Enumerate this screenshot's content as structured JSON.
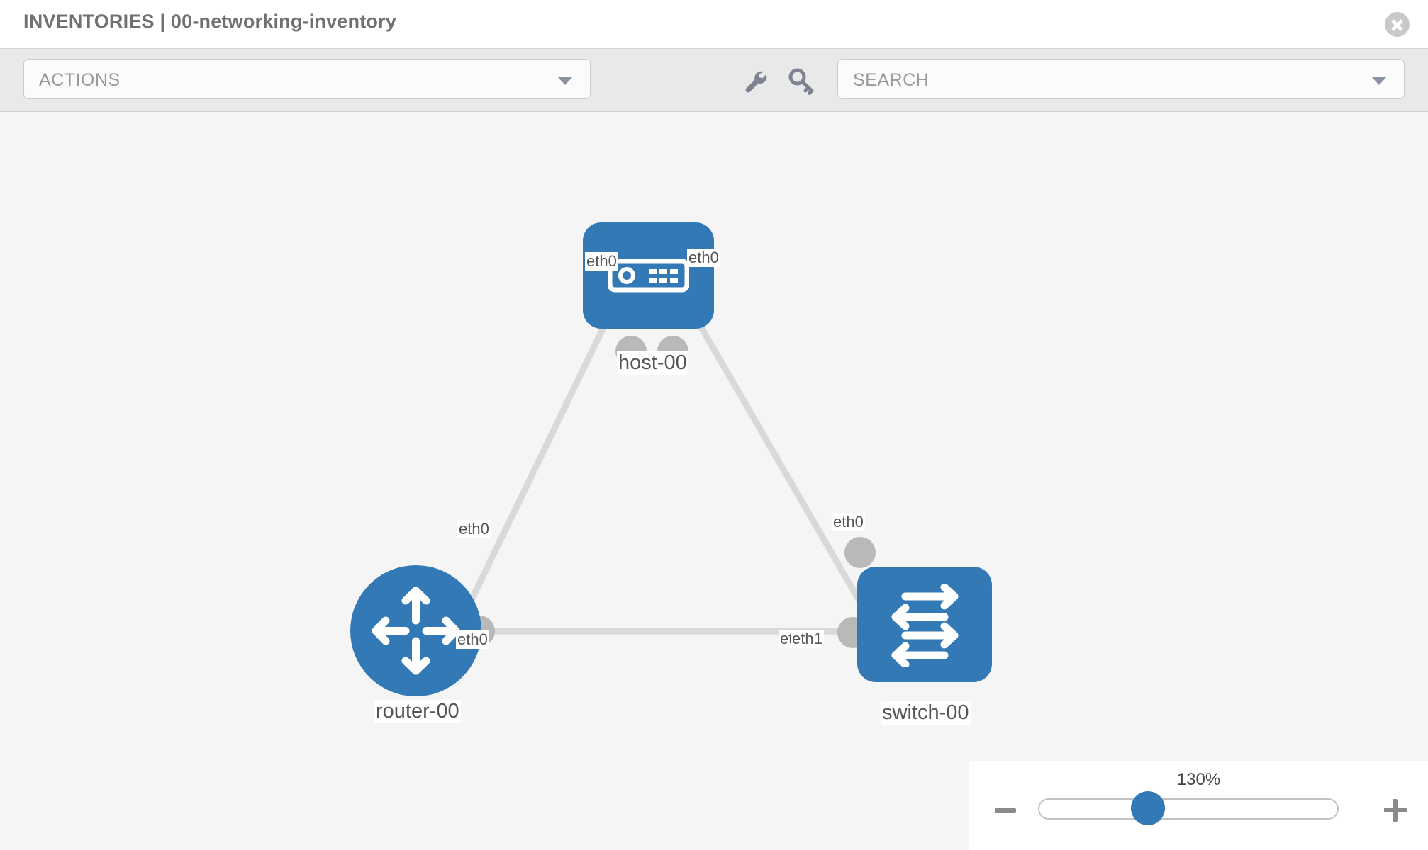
{
  "header": {
    "title": "INVENTORIES | 00-networking-inventory",
    "close_icon": "close-circle-icon"
  },
  "toolbar": {
    "actions": {
      "label": "ACTIONS",
      "caret_icon": "chevron-down-icon"
    },
    "search": {
      "placeholder": "SEARCH",
      "label": "SEARCH",
      "caret_icon": "chevron-down-icon"
    },
    "icons": [
      {
        "name": "wrench-icon",
        "title": "Toggle Key"
      },
      {
        "name": "key-icon",
        "title": "Key"
      }
    ]
  },
  "topology": {
    "nodes": [
      {
        "id": "host-00",
        "label": "host-00",
        "type": "host",
        "icon": "server-icon",
        "shape": "rounded-rect",
        "color": "#3279b5"
      },
      {
        "id": "router-00",
        "label": "router-00",
        "type": "router",
        "icon": "router-arrows-icon",
        "shape": "circle",
        "color": "#3279b5"
      },
      {
        "id": "switch-00",
        "label": "switch-00",
        "type": "switch",
        "icon": "switch-arrows-icon",
        "shape": "rounded-square",
        "color": "#3279b5"
      }
    ],
    "links": [
      {
        "from": "host-00",
        "from_interface": "eth0",
        "to": "router-00",
        "to_interface": "eth0"
      },
      {
        "from": "host-00",
        "from_interface": "eth0",
        "to": "switch-00",
        "to_interface": "eth0"
      },
      {
        "from": "router-00",
        "from_interface": "eth0",
        "to": "switch-00",
        "to_interface": "eth1"
      }
    ],
    "edge_labels": {
      "host_left": "eth0",
      "host_right": "eth0",
      "router_upper": "eth0",
      "switch_upper": "eth0",
      "router_right": "eth0",
      "switch_left_under": "eth0",
      "switch_left": "eth1"
    }
  },
  "zoom": {
    "value_label": "130%",
    "minus_label": "−",
    "plus_label": "+",
    "percent": 130
  },
  "colors": {
    "node_blue": "#3279b5",
    "canvas_bg": "#f5f5f5",
    "toolbar_bg": "#e9e9e9",
    "port_grey": "#b9b9b9",
    "link_grey": "#d7d7d7"
  }
}
